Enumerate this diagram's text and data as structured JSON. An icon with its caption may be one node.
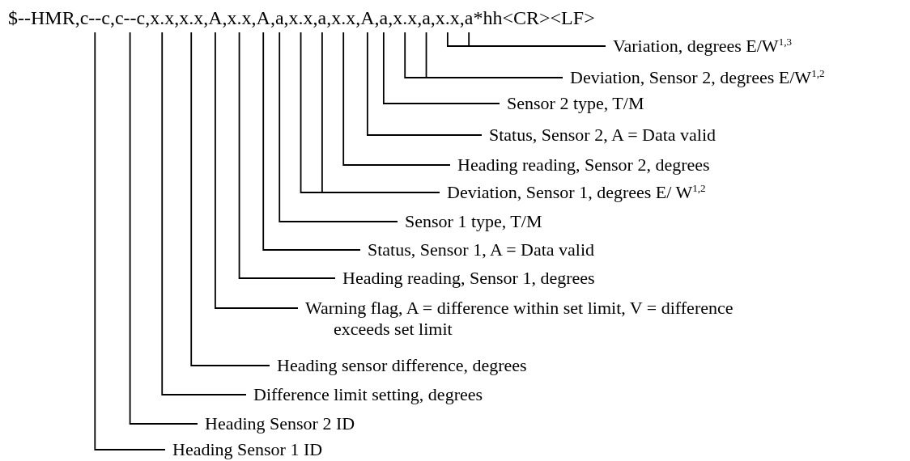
{
  "diagram": {
    "nodes": [
      {
        "text": [
          "$--HMR,c--c,c--c,x.x,x.x,A,x.x,A,a,x.x,a,x.x,A,a,x.x,a,x.x,a*hh<CR><LF>"
        ]
      },
      {
        "text": [
          "Variation, degrees E/W$^{1,3}$"
        ]
      },
      {
        "text": [
          "Deviation, Sensor 2, degrees E/W$^{1,2}$"
        ]
      },
      {
        "text": [
          "Sensor 2 type, T/M"
        ]
      },
      {
        "text": [
          "Status, Sensor 2, A = Data valid"
        ]
      },
      {
        "text": [
          "Heading reading, Sensor 2, degrees"
        ]
      },
      {
        "text": [
          "Deviation, Sensor 1, degrees E/ W$^{1,2}$"
        ]
      },
      {
        "text": [
          "Sensor 1 type, T/M"
        ]
      },
      {
        "text": [
          "Status, Sensor 1, A = Data valid"
        ]
      },
      {
        "text": [
          "Heading reading, Sensor 1, degrees"
        ]
      },
      {
        "text": [
          "Warning flag, A = difference within set limit, V = difference exceeds set limit"
        ]
      },
      {
        "text": [
          "Heading sensor difference, degrees"
        ]
      },
      {
        "text": [
          "Difference limit setting, degrees"
        ]
      },
      {
        "text": [
          "Heading Sensor 2 ID"
        ]
      },
      {
        "text": [
          "Heading Sensor 1 ID"
        ]
      }
    ],
    "edges": [
      {
        "from": 1,
        "to": 0,
        "arrow": "none"
      },
      {
        "from": 1,
        "to": 0,
        "arrow": "none"
      },
      {
        "from": 2,
        "to": 0,
        "arrow": "none"
      },
      {
        "from": 2,
        "to": 0,
        "arrow": "none"
      },
      {
        "from": 3,
        "to": 0,
        "arrow": "none"
      },
      {
        "from": 4,
        "to": 0,
        "arrow": "none"
      },
      {
        "from": 5,
        "to": 0,
        "arrow": "none"
      },
      {
        "from": 6,
        "to": 0,
        "arrow": "none"
      },
      {
        "from": 6,
        "to": 0,
        "arrow": "none"
      },
      {
        "from": 7,
        "to": 0,
        "arrow": "none"
      },
      {
        "from": 8,
        "to": 0,
        "arrow": "none"
      },
      {
        "from": 9,
        "to": 0,
        "arrow": "none"
      },
      {
        "from": 10,
        "to": 0,
        "arrow": "none"
      },
      {
        "from": 11,
        "to": 0,
        "arrow": "none"
      },
      {
        "from": 12,
        "to": 0,
        "arrow": "none"
      },
      {
        "from": 13,
        "to": 0,
        "arrow": "none"
      },
      {
        "from": 14,
        "to": 0,
        "arrow": "none"
      }
    ]
  }
}
